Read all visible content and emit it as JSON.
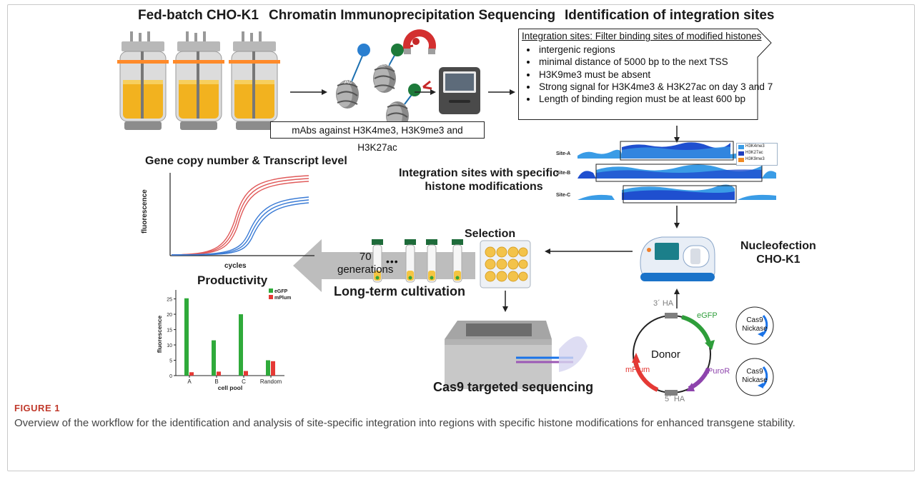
{
  "figure": {
    "label": "FIGURE 1",
    "caption": "Overview of the workflow for the identification and analysis of site-specific integration into regions with specific histone modifications for enhanced transgene stability."
  },
  "headings": {
    "fedbatch": "Fed-batch CHO-K1",
    "chip": "Chromatin Immunoprecipitation Sequencing",
    "identification": "Identification of integration sites",
    "gene_copy": "Gene copy number & Transcript level",
    "integration_sites_line1": "Integration sites with specific",
    "integration_sites_line2": "histone modifications",
    "nucleofection_line1": "Nucleofection",
    "nucleofection_line2": "CHO-K1",
    "selection": "Selection",
    "long_term": "Long-term cultivation",
    "cas9_seq": "Cas9 targeted sequencing",
    "productivity": "Productivity"
  },
  "filter": {
    "title": "Integration sites: Filter binding sites of modified histones",
    "items": [
      "intergenic regions",
      "minimal distance of 5000 bp to the next TSS",
      "H3K9me3 must be absent",
      "Strong signal for H3K4me3 & H3K27ac on day 3 and 7",
      "Length of binding region must be at least 600 bp"
    ]
  },
  "mabs": "mAbs against H3K4me3, H3K9me3 and H3K27ac",
  "nucleosomes": {
    "ac": "Ac",
    "me3": "Me3"
  },
  "tracks": {
    "legend": [
      {
        "label": "H3K4me3",
        "color": "#3a9ce6"
      },
      {
        "label": "H3K27ac",
        "color": "#1f3fbf"
      },
      {
        "label": "H3K9me3",
        "color": "#f08a24"
      }
    ],
    "sites": [
      "Site-A",
      "Site-B",
      "Site-C"
    ]
  },
  "qpcr": {
    "ylabel": "fluorescence",
    "xlabel": "cycles"
  },
  "cultivation": {
    "arrow_line1": "70",
    "arrow_line2": "generations",
    "ellipsis": "•••"
  },
  "plasmid": {
    "center": "Donor",
    "labels": {
      "ha3": "3´ HA",
      "egfp": "eGFP",
      "puror": "PuroR",
      "ha5": "5´ HA",
      "mplum": "mPlum"
    },
    "colors": {
      "egfp": "#2e9e3a",
      "puror": "#8e44ad",
      "mplum": "#e53935",
      "ha": "#7f7f7f"
    },
    "nickase_line1": "Cas9",
    "nickase_line2": "Nickase"
  },
  "chart_data": {
    "type": "bar",
    "title": "Productivity",
    "xlabel": "cell pool",
    "ylabel": "fluorescence",
    "categories": [
      "A",
      "B",
      "C",
      "Random"
    ],
    "ylim": [
      0,
      27
    ],
    "yticks": [
      0,
      5,
      10,
      15,
      20,
      25
    ],
    "legend_position": "top-right",
    "series": [
      {
        "name": "eGFP",
        "color": "#2faa3a",
        "values": [
          25.2,
          11.5,
          20.0,
          5.0
        ]
      },
      {
        "name": "mPlum",
        "color": "#e53935",
        "values": [
          1.1,
          1.3,
          1.5,
          4.7
        ]
      }
    ]
  }
}
